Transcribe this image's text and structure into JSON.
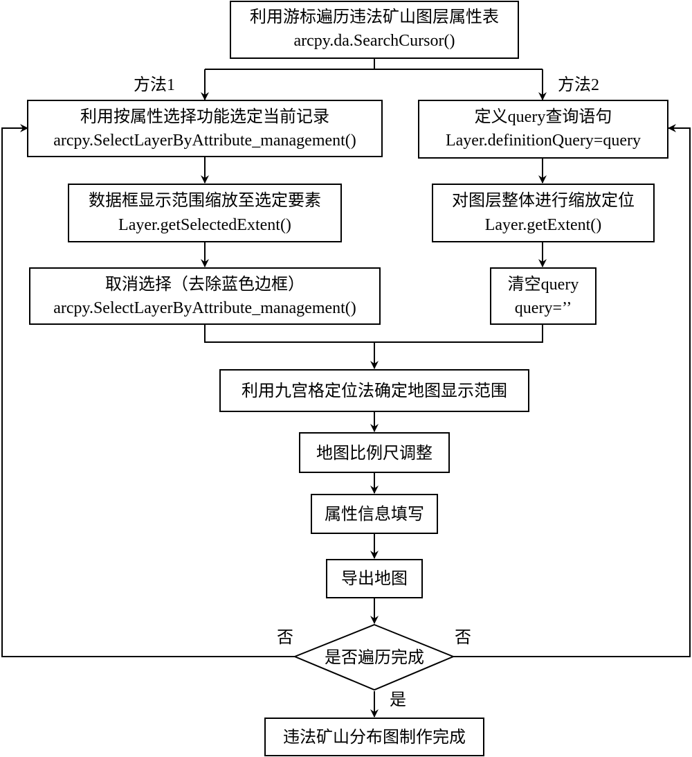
{
  "nodes": {
    "start": {
      "line1": "利用游标遍历违法矿山图层属性表",
      "line2": "arcpy.da.SearchCursor()"
    },
    "m1_select": {
      "line1": "利用按属性选择功能选定当前记录",
      "line2": "arcpy.SelectLayerByAttribute_management()"
    },
    "m1_zoom": {
      "line1": "数据框显示范围缩放至选定要素",
      "line2": "Layer.getSelectedExtent()"
    },
    "m1_clear": {
      "line1": "取消选择（去除蓝色边框）",
      "line2": "arcpy.SelectLayerByAttribute_management()"
    },
    "m2_query": {
      "line1": "定义query查询语句",
      "line2": "Layer.definitionQuery=query"
    },
    "m2_zoom": {
      "line1": "对图层整体进行缩放定位",
      "line2": "Layer.getExtent()"
    },
    "m2_clear": {
      "line1": "清空query",
      "line2": "query=’’"
    },
    "grid": {
      "line1": "利用九宫格定位法确定地图显示范围"
    },
    "scale": {
      "line1": "地图比例尺调整"
    },
    "attr": {
      "line1": "属性信息填写"
    },
    "export": {
      "line1": "导出地图"
    },
    "decision": {
      "line1": "是否遍历完成"
    },
    "end": {
      "line1": "违法矿山分布图制作完成"
    }
  },
  "edge_labels": {
    "method1": "方法1",
    "method2": "方法2",
    "no_left": "否",
    "no_right": "否",
    "yes": "是"
  }
}
